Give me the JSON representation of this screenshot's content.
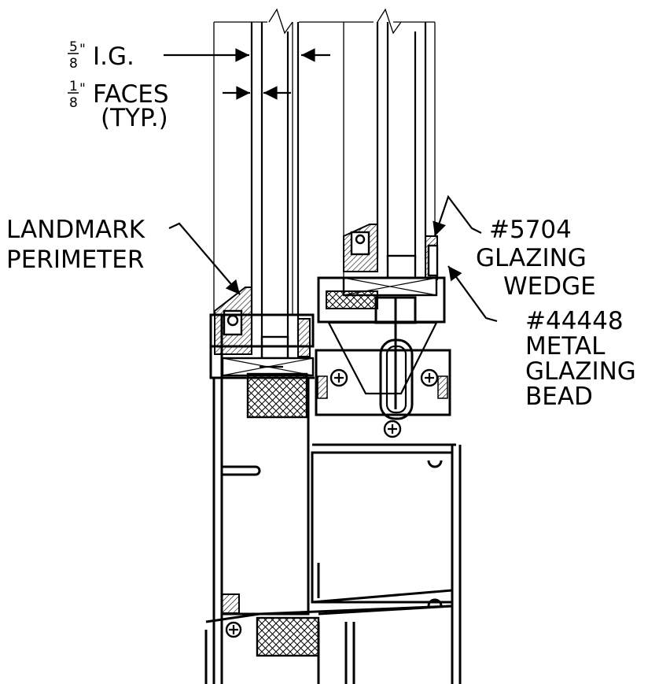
{
  "labels": {
    "ig": {
      "num": "5",
      "den": "8",
      "mark": "\"",
      "text": "I.G."
    },
    "faces": {
      "num": "1",
      "den": "8",
      "mark": "\"",
      "text": "FACES",
      "sub": "(TYP.)"
    },
    "landmark": {
      "line1": "LANDMARK",
      "line2": "PERIMETER"
    },
    "wedge": {
      "line1": "#5704",
      "line2": "GLAZING",
      "line3": "WEDGE"
    },
    "bead": {
      "line1": "#44448",
      "line2": "METAL",
      "line3": "GLAZING",
      "line4": "BEAD"
    }
  },
  "colors": {
    "line": "#000000",
    "background": "#ffffff"
  }
}
